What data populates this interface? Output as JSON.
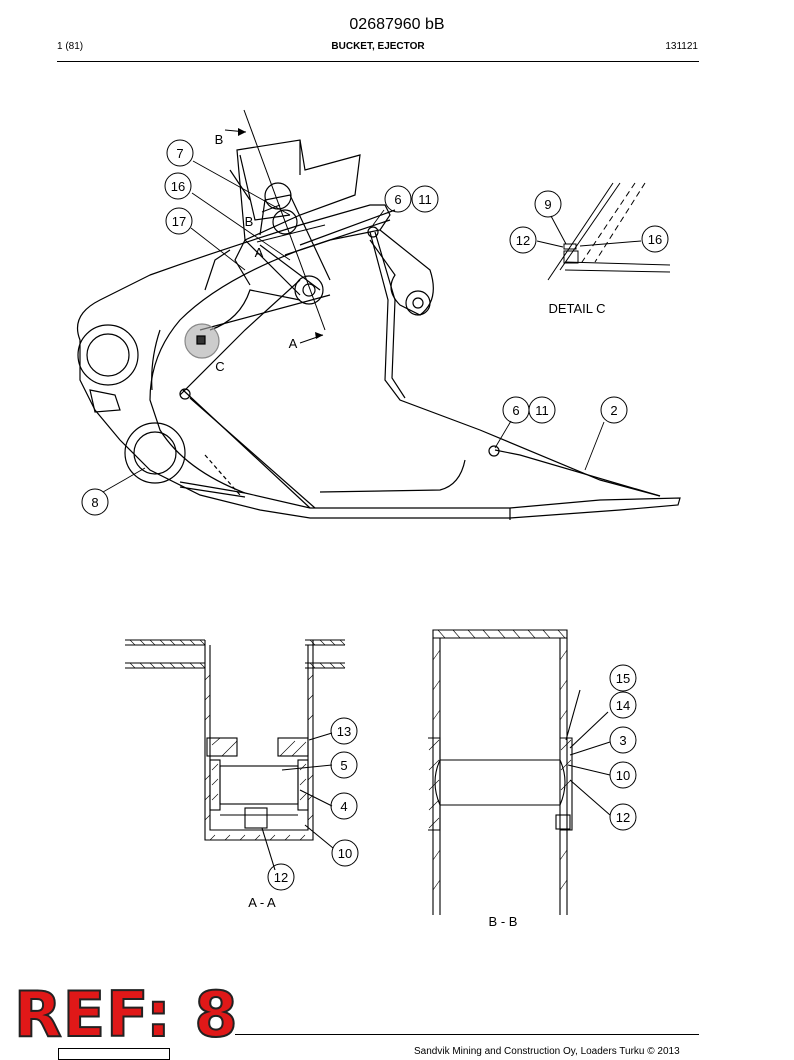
{
  "header": {
    "doc_number": "02687960 bB",
    "page": "1 (81)",
    "title": "BUCKET, EJECTOR",
    "date_code": "131121"
  },
  "drawing": {
    "section_letters": {
      "b1": "B",
      "b2": "B",
      "a1": "A",
      "a2": "A",
      "c": "C"
    },
    "callouts_main": [
      "7",
      "16",
      "17",
      "6",
      "11",
      "9",
      "12",
      "16",
      "6",
      "11",
      "2",
      "8"
    ],
    "detail_label": "DETAIL C",
    "callouts_aa": [
      "13",
      "5",
      "4",
      "10",
      "12"
    ],
    "callouts_bb": [
      "15",
      "14",
      "3",
      "10",
      "12"
    ],
    "section_aa_label": "A - A",
    "section_bb_label": "B - B"
  },
  "stamp": {
    "text": "REF: 8",
    "color": "#e01818"
  },
  "footer": {
    "text": "Sandvik Mining and Construction Oy, Loaders Turku © 2013"
  }
}
